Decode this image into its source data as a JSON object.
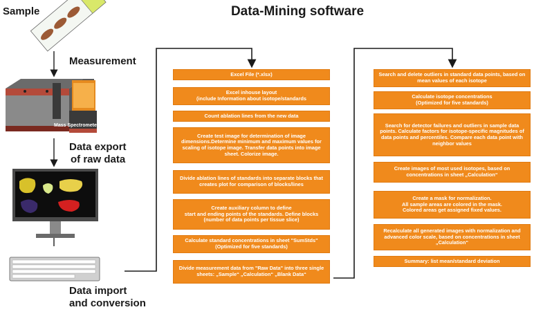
{
  "title": "Data-Mining software",
  "stages": {
    "sample": "Sample",
    "measurement": "Measurement",
    "data_export": [
      "Data export",
      "of raw data"
    ],
    "data_import": [
      "Data import",
      "and conversion"
    ]
  },
  "instrument_label": "Mass Spectrometer",
  "column1_steps": [
    "Excel File (*.xlsx)",
    "Excel inhouse layout\n(include Information about isotope/standards",
    "Count ablation lines from the new data",
    "Create test image for determination of image dimensions.Determine minimum and maximum values for scaling of isotope image. Transfer data points into image sheet. Colorize image.",
    "Divide ablation lines of standards into separate blocks that creates plot for comparison of blocks/lines",
    "Create auxiliary column to define\nstart and ending points of the standards. Define blocks (number of data points per tissue slice)",
    "Calculate standard concentrations in sheet \"SumStds\"\n(Optimized for five standards)",
    "Divide measurement data from \"Raw Data\" into three single sheets: „Sample“ „Calculation“ „Blank Data“"
  ],
  "column2_steps": [
    "Search and delete outliers in standard data points, based on mean values of each isotope",
    "Calculate isotope concentrations\n(Optimized for five standards)",
    "Search for detector failures and outliers in sample data points. Calculate factors for isotope-specific magnitudes of data points and percentiles. Compare each data point with neighbor values",
    "Create images of most used isotopes, based on concentrations in sheet „Calculation“",
    "Create a mask for normalization.\nAll sample areas are colored in the mask.\nColored areas get assigned fixed values.",
    "Recalculate all generated images with normalization and advanced color scale, based on concentrations in sheet „Calculation“",
    "Summary: list mean/standard deviation"
  ],
  "colors": {
    "step_fill": "#f08a1c",
    "step_text": "#ffffff",
    "arrow": "#1a1a1a"
  }
}
